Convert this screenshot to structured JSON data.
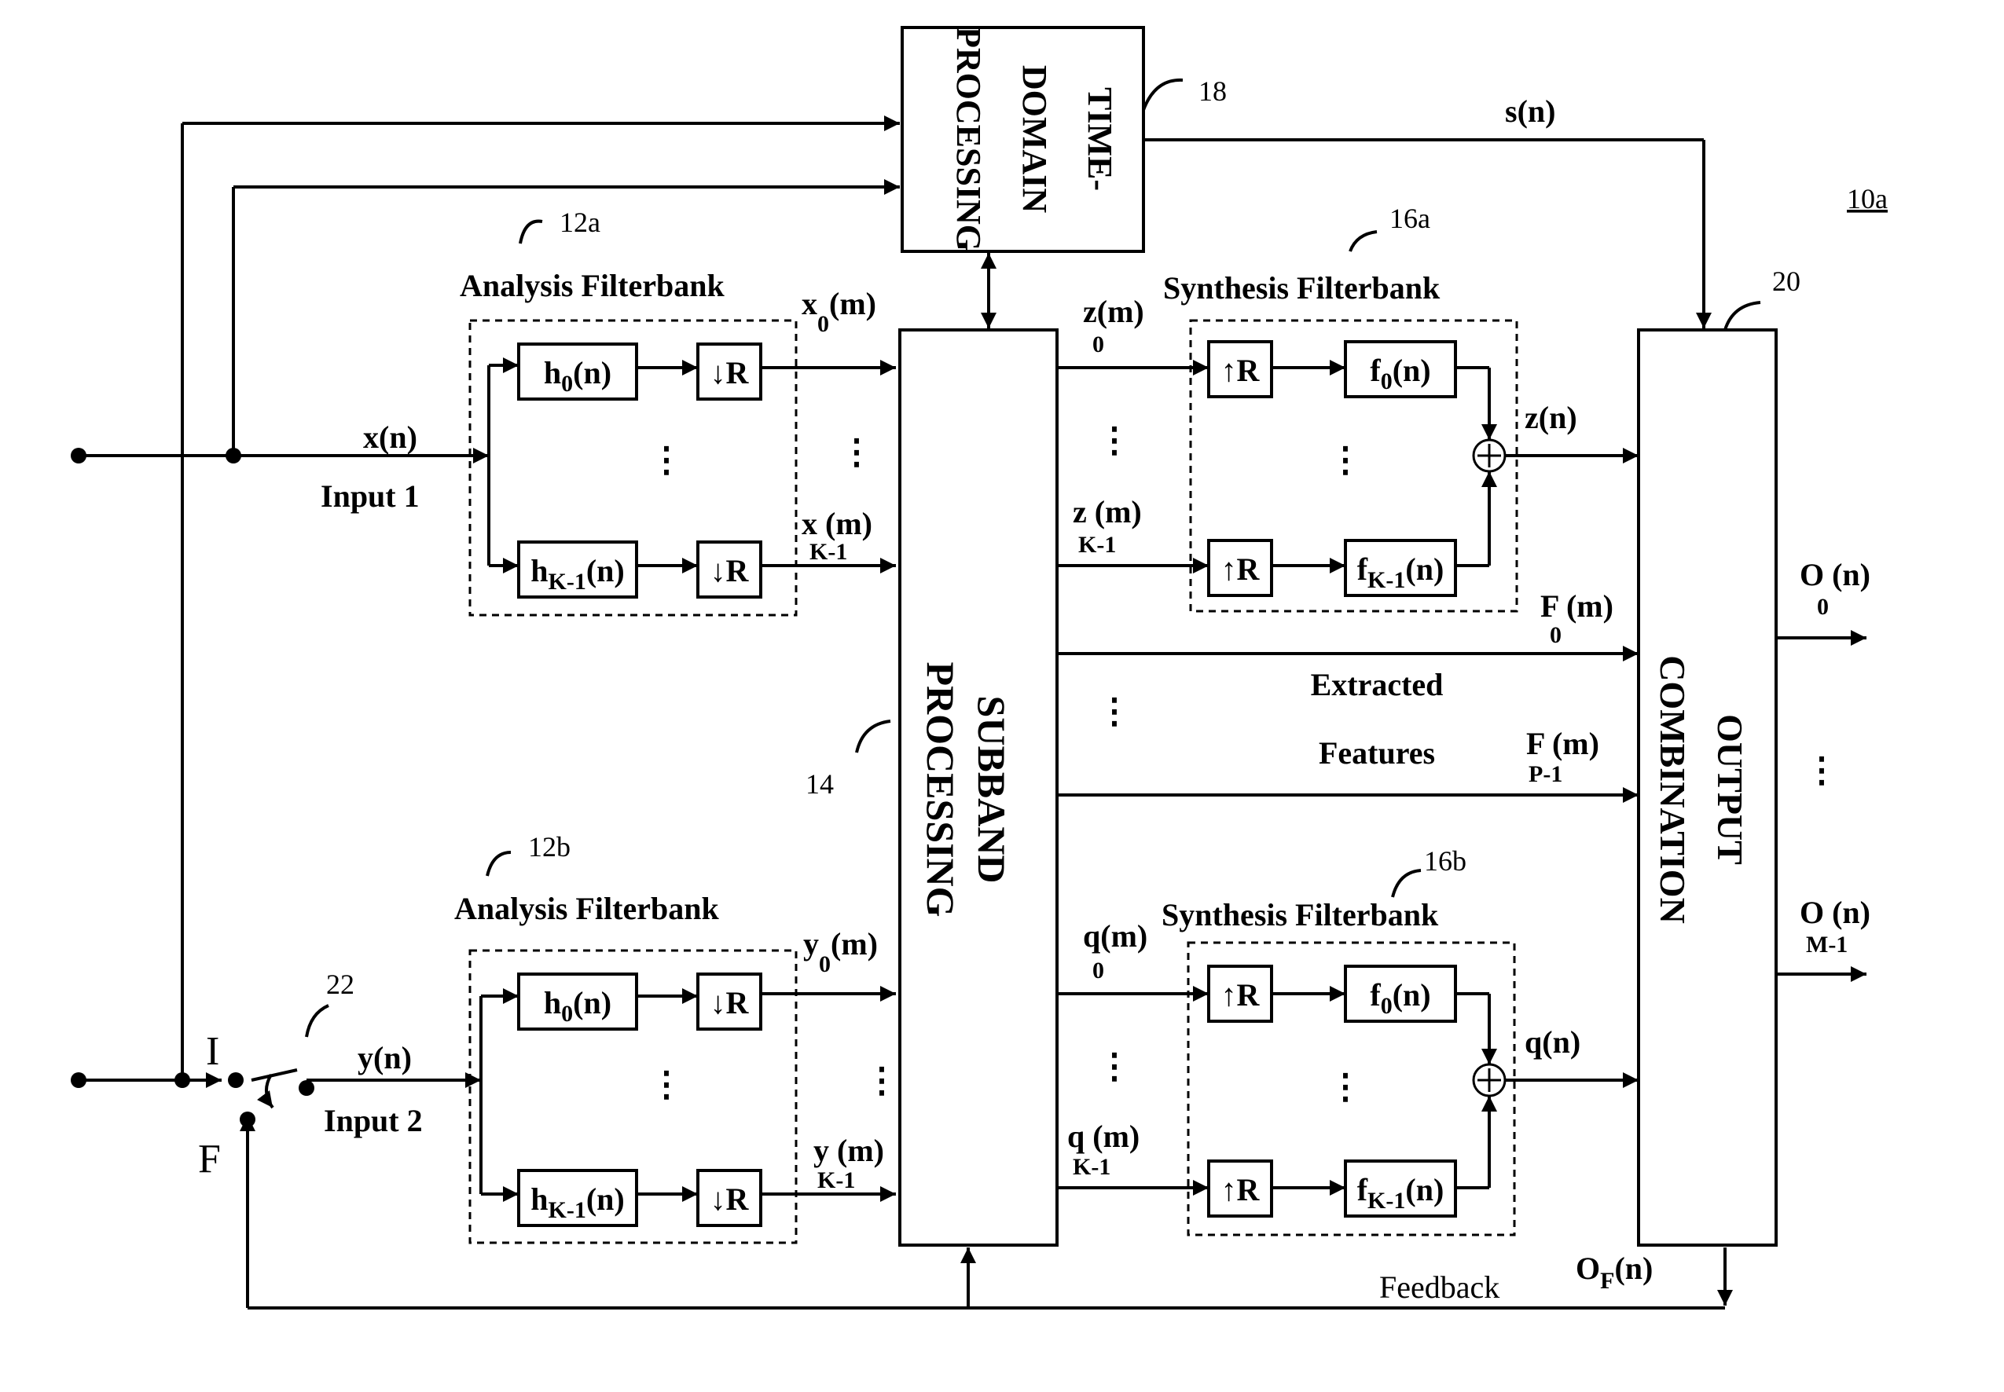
{
  "figure_ref": "10a",
  "time_domain": {
    "title": "TIME-\nDOMAIN\nPROCESSING",
    "ref": "18",
    "output": "s(n)"
  },
  "input1": {
    "signal": "x(n)",
    "label": "Input 1"
  },
  "input2": {
    "signal": "y(n)",
    "label": "Input 2"
  },
  "switch": {
    "ref": "22",
    "pos_i": "I",
    "pos_f": "F"
  },
  "analysis_a": {
    "title": "Analysis Filterbank",
    "ref": "12a",
    "filter_top": "h0(n)",
    "filter_bot": "hK-1(n)",
    "decim": "R"
  },
  "analysis_b": {
    "title": "Analysis Filterbank",
    "ref": "12b",
    "filter_top": "h0(n)",
    "filter_bot": "hK-1(n)",
    "decim": "R"
  },
  "subband": {
    "title": "SUBBAND\nPROCESSING",
    "ref": "14"
  },
  "subband_in_a": {
    "top": "x0(m)",
    "bot": "xK-1(m)"
  },
  "subband_in_b": {
    "top": "y0(m)",
    "bot": "yK-1(m)"
  },
  "synthesis_a": {
    "title": "Synthesis Filterbank",
    "ref": "16a",
    "interp": "R",
    "filter_top": "f0(n)",
    "filter_bot": "fK-1(n)",
    "in_top": "z0(m)",
    "in_bot": "zK-1(m)",
    "output": "z(n)"
  },
  "synthesis_b": {
    "title": "Synthesis Filterbank",
    "ref": "16b",
    "interp": "R",
    "filter_top": "f0(n)",
    "filter_bot": "fK-1(n)",
    "in_top": "q0(m)",
    "in_bot": "qK-1(m)",
    "output": "q(n)"
  },
  "features": {
    "line1": "Extracted",
    "line2": "Features",
    "top": "F0(m)",
    "bot": "FP-1(m)"
  },
  "output_combination": {
    "title": "OUTPUT\nCOMBINATION",
    "ref": "20",
    "out_top": "O0(n)",
    "out_bot": "OM-1(n)",
    "feedback_out": "OF(n)",
    "feedback_label": "Feedback"
  },
  "ellipsis": "⋮"
}
